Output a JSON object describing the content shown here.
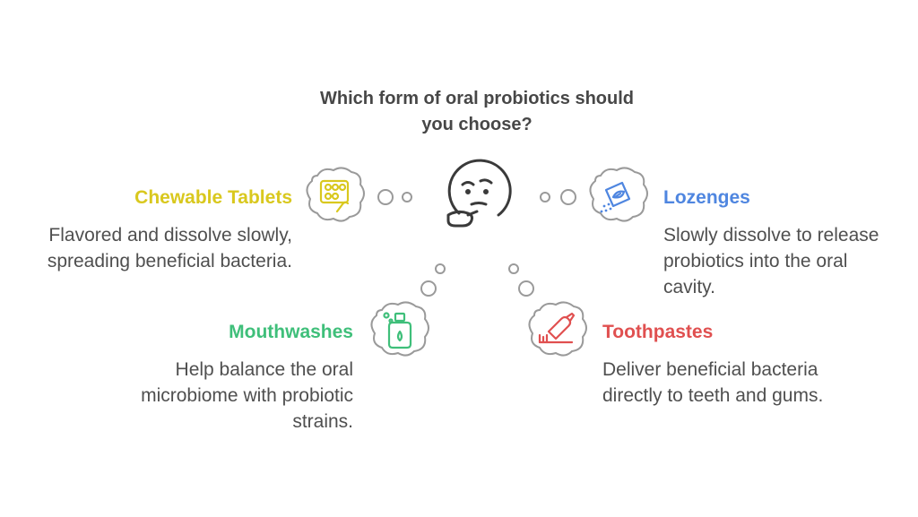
{
  "title_line1": "Which form of oral probiotics should",
  "title_line2": "you choose?",
  "colors": {
    "chewable": "#d9c81e",
    "lozenges": "#4f86e0",
    "mouthwashes": "#3fbf7a",
    "toothpastes": "#e05050",
    "outline": "#9a9a9a",
    "face": "#3a3a3a"
  },
  "options": {
    "chewable": {
      "label": "Chewable Tablets",
      "desc_line1": "Flavored and dissolve slowly,",
      "desc_line2": "spreading beneficial bacteria.",
      "icon": "tablet-blister-icon"
    },
    "lozenges": {
      "label": "Lozenges",
      "desc_line1": "Slowly dissolve to release",
      "desc_line2": "probiotics into the oral",
      "desc_line3": "cavity.",
      "icon": "lozenge-packet-icon"
    },
    "mouthwashes": {
      "label": "Mouthwashes",
      "desc_line1": "Help balance the oral",
      "desc_line2": "microbiome with probiotic",
      "desc_line3": "strains.",
      "icon": "mouthwash-bottle-icon"
    },
    "toothpastes": {
      "label": "Toothpastes",
      "desc_line1": "Deliver beneficial bacteria",
      "desc_line2": "directly to teeth and gums.",
      "icon": "toothpaste-brush-icon"
    }
  },
  "center_icon": "thinking-face-icon"
}
